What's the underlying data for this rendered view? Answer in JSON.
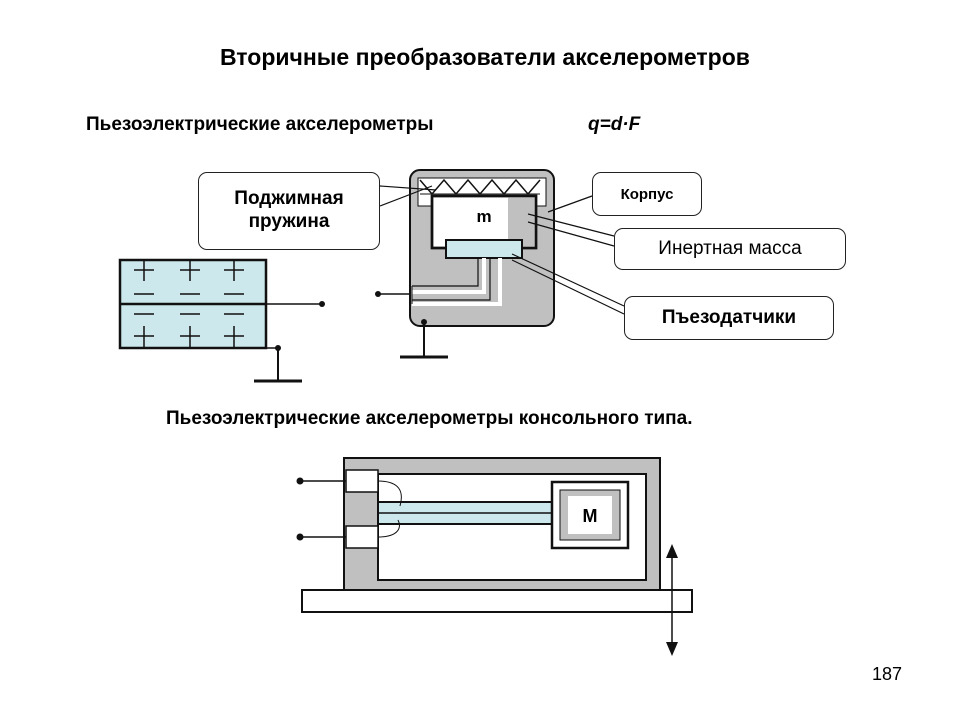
{
  "title": "Вторичные преобразователи акселерометров",
  "section1": {
    "heading": "Пьезоэлектрические акселерометры",
    "formula": "q=d·F",
    "callouts": {
      "spring": "Поджимная пружина",
      "housing": "Корпус",
      "inertial_mass": "Инертная масса",
      "piezo_sensors": "Пъезодатчики"
    },
    "mass_label": "m"
  },
  "section2": {
    "heading": "Пьезоэлектрические акселерометры консольного типа.",
    "mass_label": "M"
  },
  "page_number": "187",
  "colors": {
    "housing_gray": "#c0c0c0",
    "piezo_blue": "#cce8ec",
    "line": "#111111"
  }
}
